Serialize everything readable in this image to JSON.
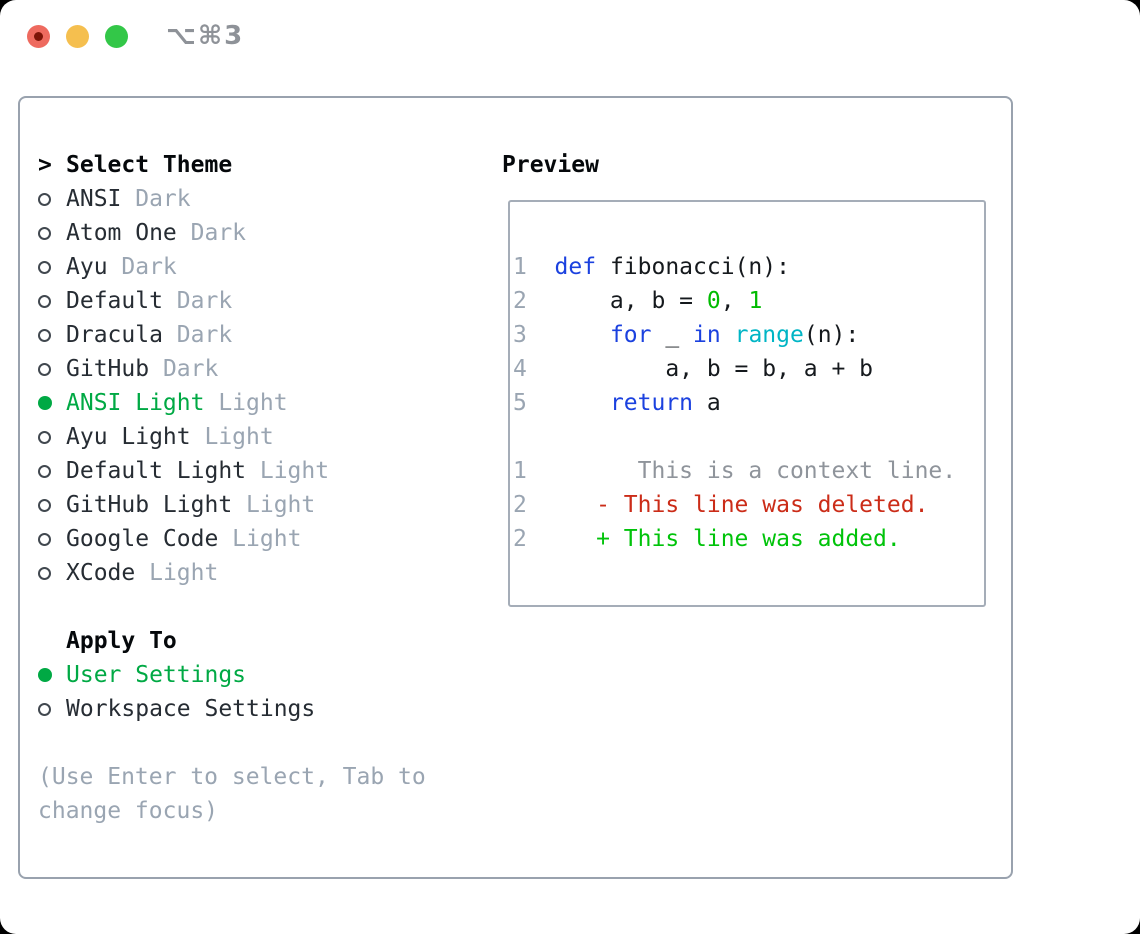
{
  "window": {
    "title": "⌥⌘3",
    "traffic_lights": [
      {
        "name": "close",
        "color": "#ee6a5f",
        "has_dot": true,
        "dot_color": "#7d1408"
      },
      {
        "name": "minimize",
        "color": "#f5bf4f",
        "has_dot": false
      },
      {
        "name": "maximize",
        "color": "#33c748",
        "has_dot": false
      }
    ]
  },
  "colors": {
    "page_bg": "#000000",
    "window_bg": "#ffffff",
    "panel_border": "#99a2ae",
    "preview_border": "#a5adb8",
    "header_black": "#05080b",
    "text_dark": "#262c33",
    "muted": "#9aa5b2",
    "selection_green": "#00a944",
    "radio_border": "#41484f",
    "title_gray": "#8e9298",
    "num": "#9aa5b2",
    "kw": "#1b41df",
    "fn": "#00b5c5",
    "lit": "#00bb00",
    "txt": "#15191d",
    "ctx": "#8f949b",
    "del": "#cb2c18",
    "add": "#00c30a"
  },
  "theme_panel": {
    "marker": ">",
    "header": "Select Theme",
    "items": [
      {
        "name": "ANSI",
        "variant": "Dark",
        "selected": false
      },
      {
        "name": "Atom One",
        "variant": "Dark",
        "selected": false
      },
      {
        "name": "Ayu",
        "variant": "Dark",
        "selected": false
      },
      {
        "name": "Default",
        "variant": "Dark",
        "selected": false
      },
      {
        "name": "Dracula",
        "variant": "Dark",
        "selected": false
      },
      {
        "name": "GitHub",
        "variant": "Dark",
        "selected": false
      },
      {
        "name": "ANSI Light",
        "variant": "Light",
        "selected": true
      },
      {
        "name": "Ayu Light",
        "variant": "Light",
        "selected": false
      },
      {
        "name": "Default Light",
        "variant": "Light",
        "selected": false
      },
      {
        "name": "GitHub Light",
        "variant": "Light",
        "selected": false
      },
      {
        "name": "Google Code",
        "variant": "Light",
        "selected": false
      },
      {
        "name": "XCode",
        "variant": "Light",
        "selected": false
      }
    ]
  },
  "apply_panel": {
    "header": "Apply To",
    "options": [
      {
        "label": "User Settings",
        "selected": true
      },
      {
        "label": "Workspace Settings",
        "selected": false
      }
    ]
  },
  "help_text": "(Use Enter to select, Tab to\nchange focus)",
  "preview": {
    "header": "Preview",
    "lines": [
      [
        [
          "num",
          "1  "
        ],
        [
          "kw",
          "def"
        ],
        [
          "txt",
          " fibonacci(n):"
        ]
      ],
      [
        [
          "num",
          "2  "
        ],
        [
          "txt",
          "    a, b = "
        ],
        [
          "lit",
          "0"
        ],
        [
          "txt",
          ", "
        ],
        [
          "lit",
          "1"
        ]
      ],
      [
        [
          "num",
          "3  "
        ],
        [
          "txt",
          "    "
        ],
        [
          "kw",
          "for"
        ],
        [
          "txt",
          " _ "
        ],
        [
          "kw",
          "in"
        ],
        [
          "txt",
          " "
        ],
        [
          "fn",
          "range"
        ],
        [
          "txt",
          "(n):"
        ]
      ],
      [
        [
          "num",
          "4  "
        ],
        [
          "txt",
          "        a, b = b, a + b"
        ]
      ],
      [
        [
          "num",
          "5  "
        ],
        [
          "txt",
          "    "
        ],
        [
          "kw",
          "return"
        ],
        [
          "txt",
          " a"
        ]
      ],
      [],
      [
        [
          "num",
          "1  "
        ],
        [
          "ctx",
          "      This is a context line."
        ]
      ],
      [
        [
          "num",
          "2  "
        ],
        [
          "del",
          "   - This line was deleted."
        ]
      ],
      [
        [
          "num",
          "2  "
        ],
        [
          "add",
          "   + This line was added."
        ]
      ]
    ]
  }
}
